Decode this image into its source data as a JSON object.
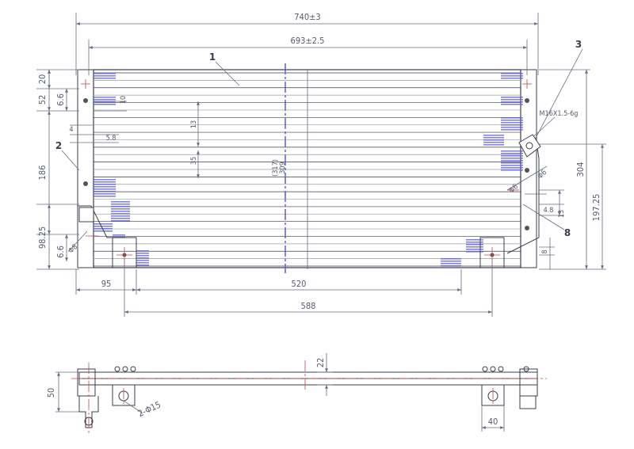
{
  "front_view": {
    "overall_width": "740±3",
    "core_width": "693±2.5",
    "core_height_outer": "(317)",
    "core_height_inner": "309",
    "bottom_span": "520",
    "bracket_span": "588",
    "left_offset": "95",
    "left_dims": [
      "20",
      "52",
      "6.6",
      "10",
      "4",
      "5.8",
      "13",
      "35",
      "186",
      "98.25",
      "6.6"
    ],
    "right_dims": [
      "M16X1.5-6g",
      "304",
      "197.25",
      "4.8",
      "13",
      "8"
    ],
    "hole_dims": [
      "Φ6",
      "Φ6",
      "Φ8"
    ],
    "callouts": [
      "1",
      "2",
      "3",
      "8"
    ]
  },
  "bottom_view": {
    "height": "50",
    "thickness": "22",
    "pipe_dia": "2-Φ15",
    "bracket_width": "40"
  },
  "colors": {
    "line": "#3c3c4c",
    "dimension": "#666a80",
    "centerline": "#c24848",
    "hatch": "#5a5ae0"
  }
}
